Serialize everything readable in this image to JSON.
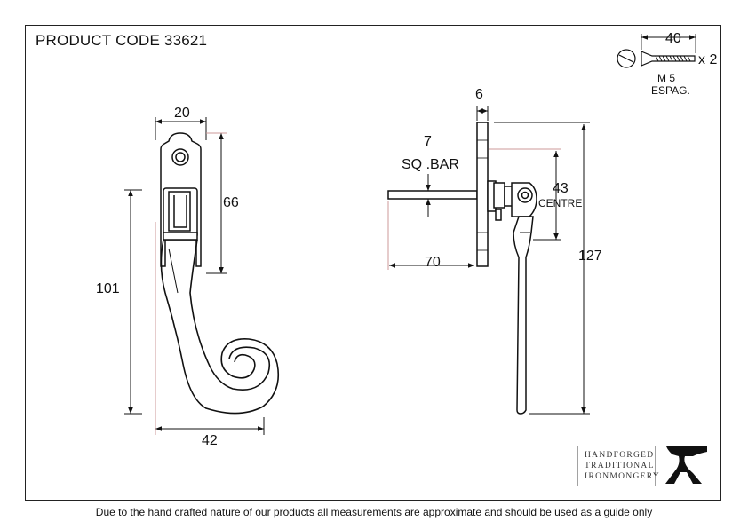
{
  "header": {
    "product_code": "PRODUCT CODE 33621"
  },
  "screw": {
    "length_label": "40",
    "qty_label": "x 2",
    "size_label": "M 5",
    "type_label": "ESPAG."
  },
  "dimensions": {
    "top_width": "20",
    "plate_height": "66",
    "total_height": "101",
    "base_width": "42",
    "plate_thickness": "6",
    "bar_size_value": "7",
    "bar_size_label": "SQ .BAR",
    "bar_length": "70",
    "centre_value": "43",
    "centre_label": "CENTRE",
    "side_height": "127"
  },
  "logo": {
    "line1": "HANDFORGED",
    "line2": "TRADITIONAL",
    "line3": "IRONMONGERY"
  },
  "footer": {
    "note": "Due to the hand crafted nature of our products all measurements are approximate and should be used as a guide only"
  }
}
